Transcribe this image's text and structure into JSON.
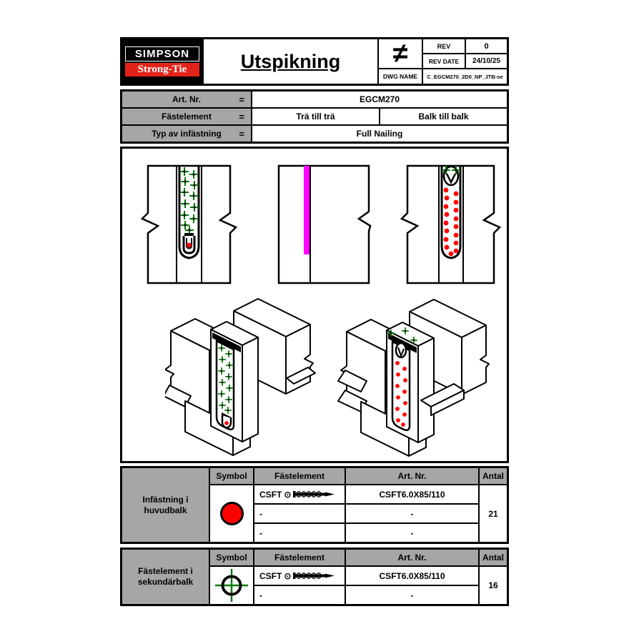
{
  "header": {
    "logo": {
      "line1": "SIMPSON",
      "line2": "Strong-Tie"
    },
    "title": "Utspikning",
    "projection_symbol": "≠",
    "rev": {
      "label": "REV",
      "value": "0"
    },
    "rev_date": {
      "label": "REV DATE",
      "value": "24/10/25"
    },
    "dwg": {
      "label": "DWG NAME",
      "value": "C_EGCM270_2D0_NP_JTB-se"
    }
  },
  "info_table": {
    "rows": [
      {
        "label": "Art. Nr.",
        "eq": "=",
        "values": [
          "EGCM270"
        ]
      },
      {
        "label": "Fästelement",
        "eq": "=",
        "values": [
          "Trä till trä",
          "Balk till balk"
        ]
      },
      {
        "label": "Typ av infästning",
        "eq": "=",
        "values": [
          "Full Nailing"
        ]
      }
    ]
  },
  "fastener_tables": [
    {
      "row_label": "Infästning i huvudbalk",
      "symbol": "red-filled-circle",
      "headers": {
        "symbol": "Symbol",
        "fastener": "Fästelement",
        "art_nr": "Art. Nr.",
        "qty": "Antal"
      },
      "rows": [
        {
          "fastener": "CSFT",
          "art_nr": "CSFT6.0X85/110"
        },
        {
          "fastener": "-",
          "art_nr": "-"
        },
        {
          "fastener": "-",
          "art_nr": "-"
        }
      ],
      "qty": "21"
    },
    {
      "row_label": "Fästelement i sekundärbalk",
      "symbol": "green-crosshair-circle",
      "headers": {
        "symbol": "Symbol",
        "fastener": "Fästelement",
        "art_nr": "Art. Nr.",
        "qty": "Antal"
      },
      "rows": [
        {
          "fastener": "CSFT",
          "art_nr": "CSFT6.0X85/110"
        },
        {
          "fastener": "-",
          "art_nr": "-"
        }
      ],
      "qty": "16"
    }
  ],
  "colors": {
    "brand_red": "#e2231a",
    "fastener_green": "#007a00",
    "fastener_red": "#ff0000",
    "strap_magenta": "#ff00ff",
    "cell_gray": "#a6a6a6"
  }
}
